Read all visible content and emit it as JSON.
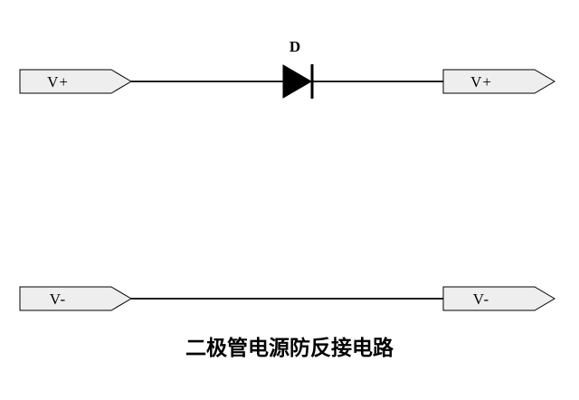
{
  "diagram": {
    "caption": "二极管电源防反接电路",
    "diode": {
      "label": "D"
    },
    "rails": {
      "positive": {
        "left_label": "V+",
        "right_label": "V+"
      },
      "negative": {
        "left_label": "V-",
        "right_label": "V-"
      }
    },
    "colors": {
      "background": "#ffffff",
      "tag_fill": "#eeeeee",
      "stroke": "#000000"
    }
  }
}
